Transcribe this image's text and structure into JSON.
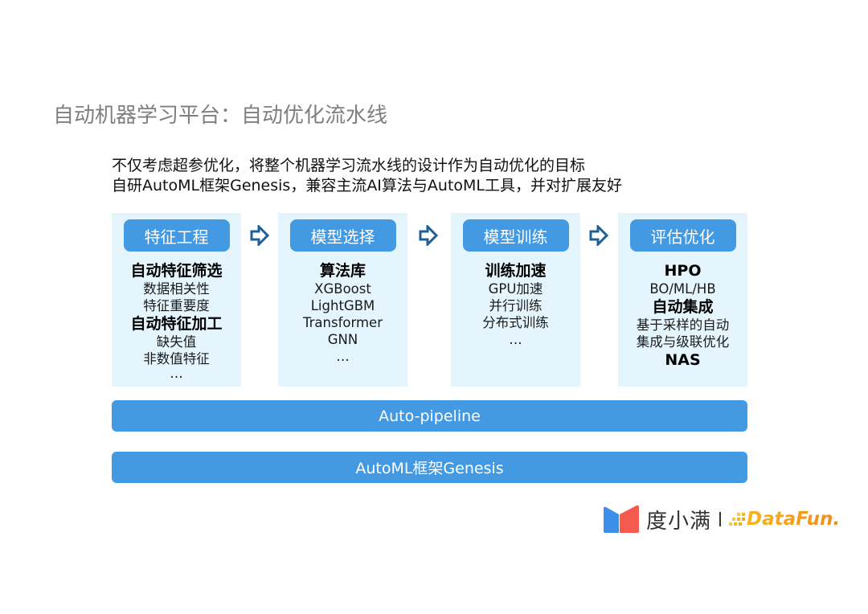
{
  "slide": {
    "title": "自动机器学习平台：自动优化流水线",
    "subtitle_lines": [
      "不仅考虑超参优化，将整个机器学习流水线的设计作为自动优化的目标",
      "自研AutoML框架Genesis，兼容主流AI算法与AutoML工具，并对扩展友好"
    ]
  },
  "stages": [
    {
      "header": "特征工程",
      "lines": [
        {
          "text": "自动特征筛选",
          "bold": true
        },
        {
          "text": "数据相关性",
          "bold": false
        },
        {
          "text": "特征重要度",
          "bold": false
        },
        {
          "text": "自动特征加工",
          "bold": true
        },
        {
          "text": "缺失值",
          "bold": false
        },
        {
          "text": "非数值特征",
          "bold": false
        },
        {
          "text": "…",
          "bold": false
        }
      ]
    },
    {
      "header": "模型选择",
      "lines": [
        {
          "text": "算法库",
          "bold": true
        },
        {
          "text": "XGBoost",
          "bold": false
        },
        {
          "text": "LightGBM",
          "bold": false
        },
        {
          "text": "Transformer",
          "bold": false
        },
        {
          "text": "GNN",
          "bold": false
        },
        {
          "text": "…",
          "bold": false
        }
      ]
    },
    {
      "header": "模型训练",
      "lines": [
        {
          "text": "训练加速",
          "bold": true
        },
        {
          "text": "GPU加速",
          "bold": false
        },
        {
          "text": "并行训练",
          "bold": false
        },
        {
          "text": "分布式训练",
          "bold": false
        },
        {
          "text": "…",
          "bold": false
        }
      ]
    },
    {
      "header": "评估优化",
      "lines": [
        {
          "text": "HPO",
          "bold": true
        },
        {
          "text": "BO/ML/HB",
          "bold": false
        },
        {
          "text": "自动集成",
          "bold": true
        },
        {
          "text": "基于采样的自动",
          "bold": false
        },
        {
          "text": "集成与级联优化",
          "bold": false
        },
        {
          "text": "NAS",
          "bold": true
        }
      ]
    }
  ],
  "arrows": [
    {
      "icon": "right-arrow-icon"
    },
    {
      "icon": "right-arrow-icon"
    },
    {
      "icon": "right-arrow-icon"
    }
  ],
  "bars": {
    "pipeline": "Auto-pipeline",
    "framework": "AutoML框架Genesis"
  },
  "footer": {
    "logo_dxm": "度小满",
    "logo_datafun": "DataFun."
  },
  "colors": {
    "accent_blue": "#4399e2",
    "stage_bg": "#e5f5fd",
    "arrow_blue": "#1f5f96",
    "title_gray": "#7f7f7f",
    "logo_blue": "#3d8ee8",
    "logo_red": "#f55a4e",
    "datafun_orange": "#f5a623"
  }
}
